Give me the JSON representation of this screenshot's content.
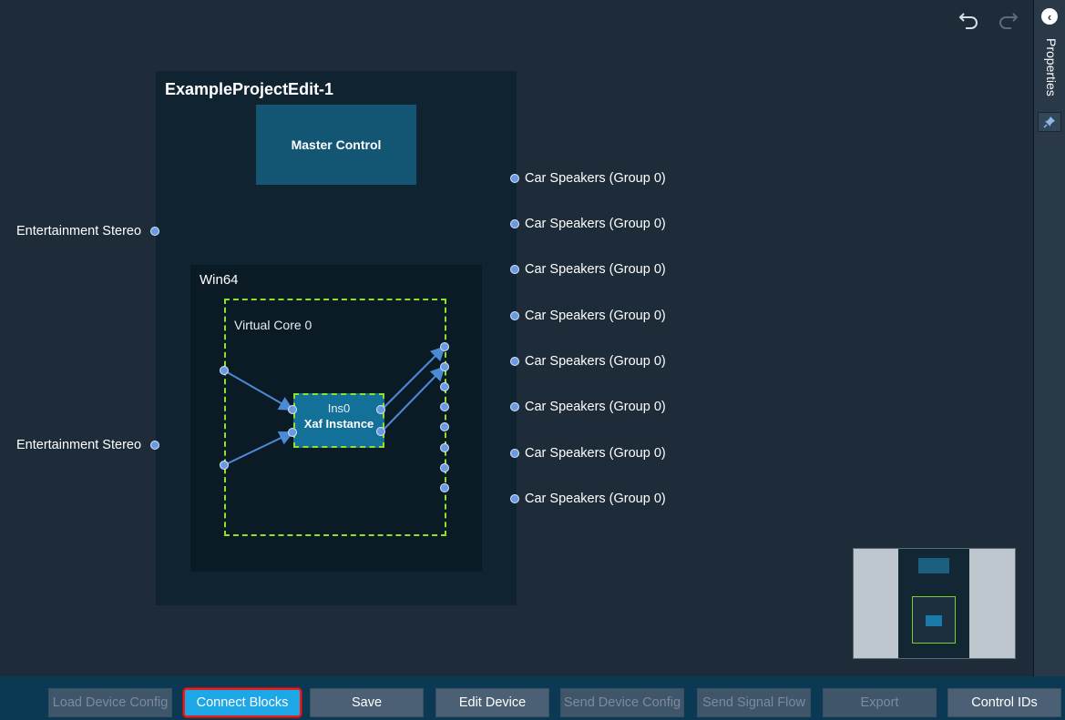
{
  "project": {
    "title": "ExampleProjectEdit-1",
    "master_control": "Master Control",
    "platform": "Win64",
    "core": "Virtual Core 0",
    "instance_id": "Ins0",
    "instance_name": "Xaf Instance"
  },
  "inputs": [
    "Entertainment Stereo",
    "Entertainment Stereo"
  ],
  "outputs": [
    "Car Speakers (Group 0)",
    "Car Speakers (Group 0)",
    "Car Speakers (Group 0)",
    "Car Speakers (Group 0)",
    "Car Speakers (Group 0)",
    "Car Speakers (Group 0)",
    "Car Speakers (Group 0)",
    "Car Speakers (Group 0)"
  ],
  "side_panel": {
    "title": "Properties",
    "collapse_icon": "chevron-left-icon",
    "pin_icon": "pin-icon"
  },
  "toolbar": {
    "buttons": [
      {
        "label": "Load Device Config",
        "state": "disabled"
      },
      {
        "label": "Connect Blocks",
        "state": "active"
      },
      {
        "label": "Save",
        "state": "enabled"
      },
      {
        "label": "Edit Device",
        "state": "enabled"
      },
      {
        "label": "Send Device Config",
        "state": "disabled"
      },
      {
        "label": "Send Signal Flow",
        "state": "disabled"
      },
      {
        "label": "Export",
        "state": "disabled"
      },
      {
        "label": "Control IDs",
        "state": "enabled"
      }
    ]
  },
  "colors": {
    "background": "#1e2c3a",
    "accent": "#1ea7e6",
    "highlight_border": "#e02020",
    "core_border": "#8ee02a",
    "block": "#137099"
  }
}
